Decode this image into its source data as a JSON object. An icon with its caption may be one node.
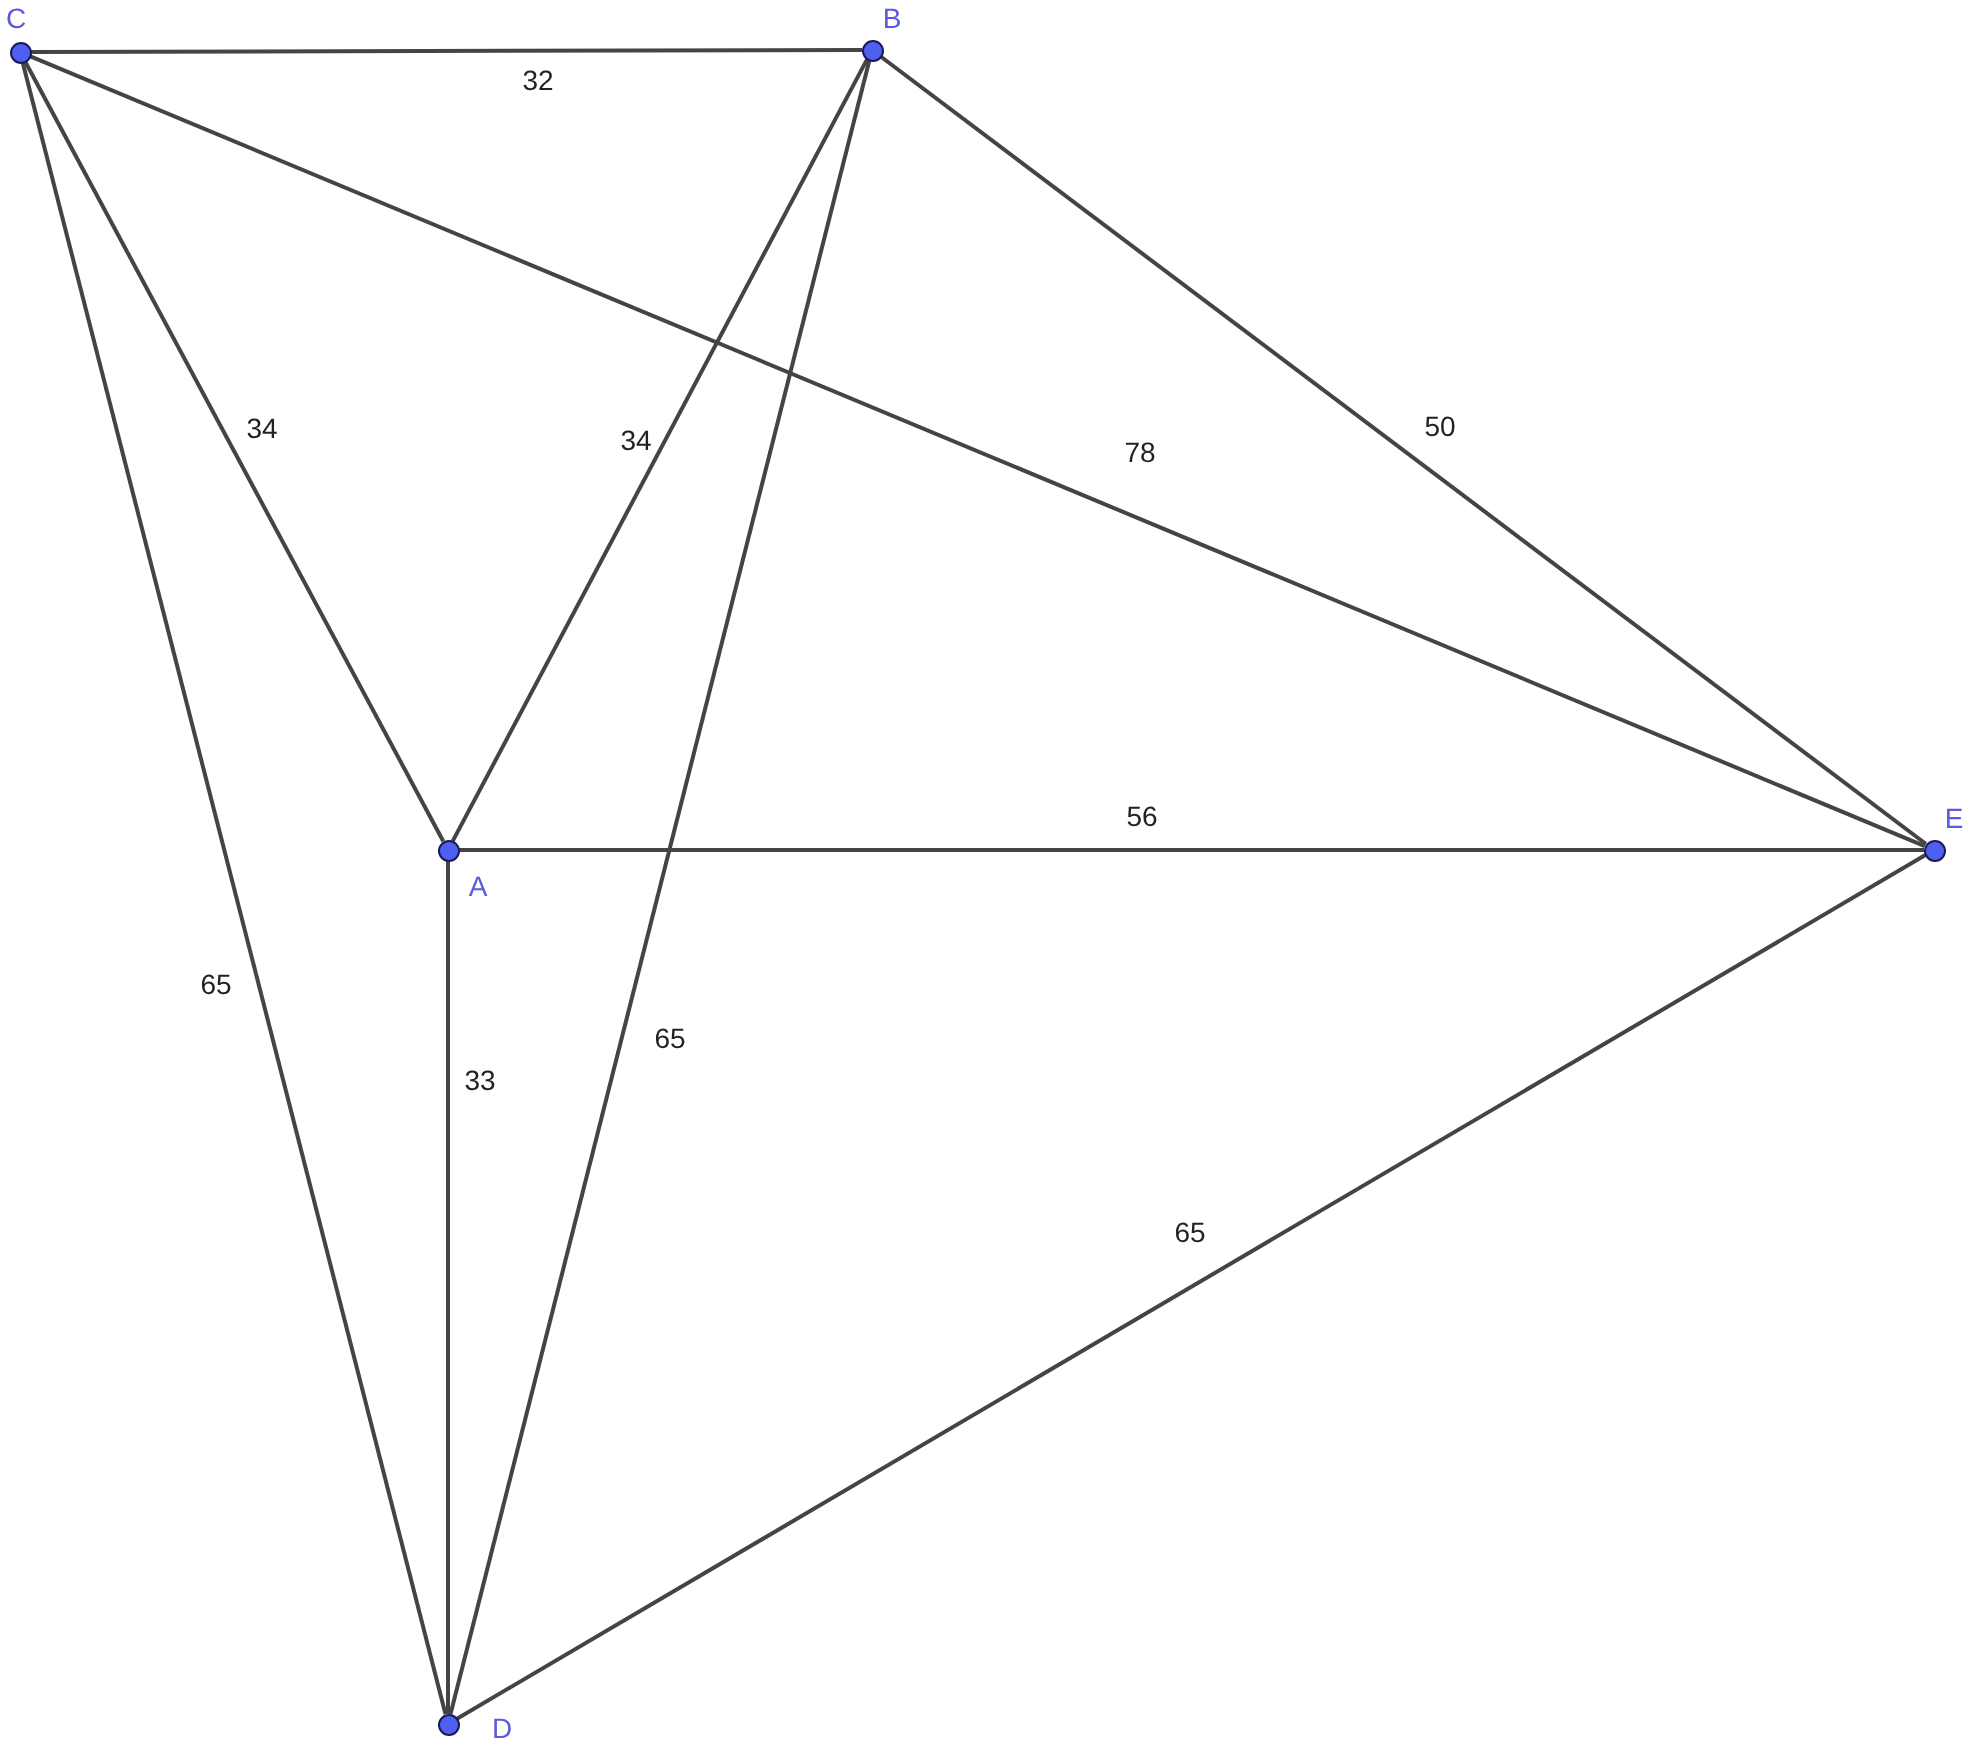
{
  "diagram": {
    "nodes": [
      {
        "text": [],
        "shape": "circle",
        "beside": [
          "C"
        ]
      },
      {
        "text": [],
        "shape": "circle",
        "beside": [
          "B"
        ]
      },
      {
        "text": [],
        "shape": "circle",
        "beside": [
          "A"
        ]
      },
      {
        "text": [],
        "shape": "circle",
        "beside": [
          "E"
        ]
      },
      {
        "text": [],
        "shape": "circle",
        "beside": [
          "D"
        ]
      }
    ],
    "edges": [
      {
        "from": 0,
        "to": 1,
        "arrow": "none",
        "label": "32"
      },
      {
        "from": 0,
        "to": 2,
        "arrow": "none",
        "label": "34"
      },
      {
        "from": 2,
        "to": 1,
        "arrow": "none",
        "label": "34"
      },
      {
        "from": 0,
        "to": 3,
        "arrow": "none",
        "label": "78"
      },
      {
        "from": 1,
        "to": 3,
        "arrow": "none",
        "label": "50"
      },
      {
        "from": 1,
        "to": 4,
        "arrow": "none",
        "label": "65"
      },
      {
        "from": 2,
        "to": 3,
        "arrow": "none",
        "label": "56"
      },
      {
        "from": 0,
        "to": 4,
        "arrow": "none",
        "label": "65"
      },
      {
        "from": 2,
        "to": 4,
        "arrow": "none",
        "label": "33"
      },
      {
        "from": 4,
        "to": 3,
        "arrow": "none",
        "label": "65"
      }
    ]
  }
}
